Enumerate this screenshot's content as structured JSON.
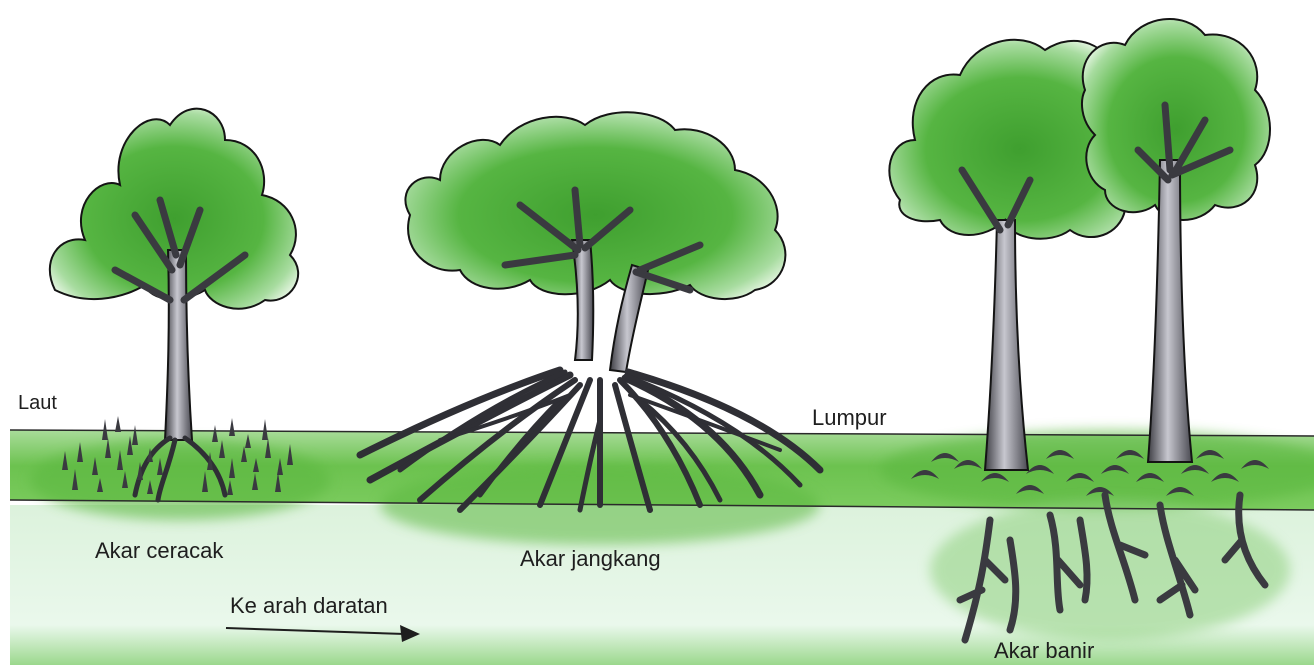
{
  "labels": {
    "sea": "Laut",
    "mud": "Lumpur",
    "peg_roots": "Akar ceracak",
    "stilt_roots": "Akar jangkang",
    "buttress_roots": "Akar banir",
    "direction": "Ke arah daratan"
  },
  "colors": {
    "foliage_dark": "#3f9f2f",
    "foliage_mid": "#56b542",
    "foliage_light": "#a8dca0",
    "trunk": "#5b5b62",
    "trunk_highlight": "#c7c7cf",
    "outline": "#141414",
    "mud_green": "#6cc24f",
    "water_light": "#e3f5e6"
  }
}
